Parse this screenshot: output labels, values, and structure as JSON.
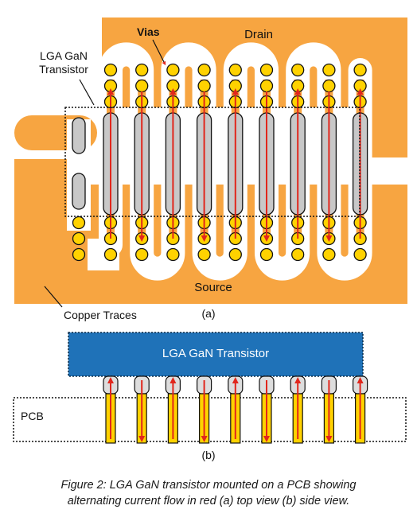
{
  "labels": {
    "vias": "Vias",
    "drain": "Drain",
    "transistor": [
      "LGA GaN",
      "Transistor"
    ],
    "source": "Source",
    "copper_traces": "Copper Traces",
    "panel_a": "(a)",
    "transistor_side": "LGA GaN Transistor",
    "pcb": "PCB",
    "panel_b": "(b)"
  },
  "caption": {
    "line1": "Figure 2:  LGA GaN transistor mounted on a PCB showing",
    "line2": "alternating current flow in red (a) top view (b) side view."
  },
  "colors": {
    "copper": "#F7A541",
    "via": "#FFD200",
    "pad": "#C8C8C8",
    "arrow": "#E1261C",
    "transistor": "#1F72B8"
  },
  "diagram": {
    "finger_count": 9,
    "current_directions": [
      "up",
      "down",
      "up",
      "down",
      "up",
      "down",
      "up",
      "down",
      "up"
    ]
  }
}
